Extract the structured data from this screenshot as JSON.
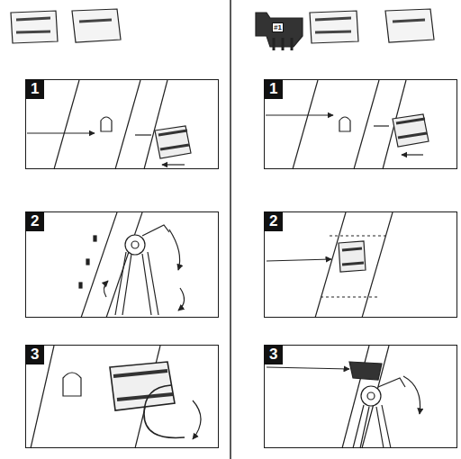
{
  "diagram": {
    "nodes": [
      {
        "text": [
          "1"
        ]
      },
      {
        "text": [
          "2"
        ]
      },
      {
        "text": [
          "3"
        ]
      },
      {
        "text": [
          "1"
        ]
      },
      {
        "text": [
          "2"
        ]
      },
      {
        "text": [
          "3"
        ]
      }
    ],
    "labels": [
      "#1"
    ]
  }
}
